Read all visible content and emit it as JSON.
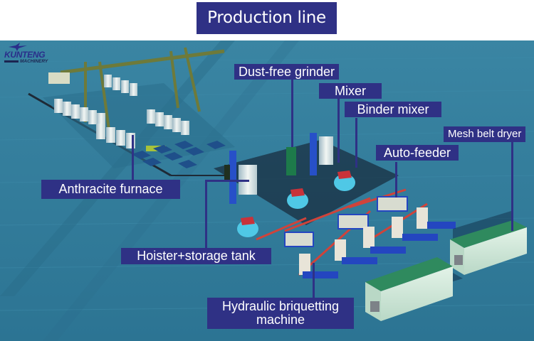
{
  "title": "Production line",
  "brand": {
    "name": "KUNTENG",
    "sub": "MACHINERY",
    "color": "#2a2e8a"
  },
  "colors": {
    "label_bg": "#2f3185",
    "label_text": "#ffffff",
    "floor": "#2f7896",
    "dryer_roof": "#2f8a5e",
    "dryer_body": "#cfe8d8"
  },
  "labels": {
    "dust_free_grinder": "Dust-free grinder",
    "mixer": "Mixer",
    "binder_mixer": "Binder mixer",
    "mesh_belt_dryer": "Mesh belt dryer",
    "auto_feeder": "Auto-feeder",
    "anthracite_furnace": "Anthracite furnace",
    "hoister_storage_tank": "Hoister+storage tank",
    "hydraulic_briquetting_line1": "Hydraulic briquetting",
    "hydraulic_briquetting_line2": "machine"
  }
}
